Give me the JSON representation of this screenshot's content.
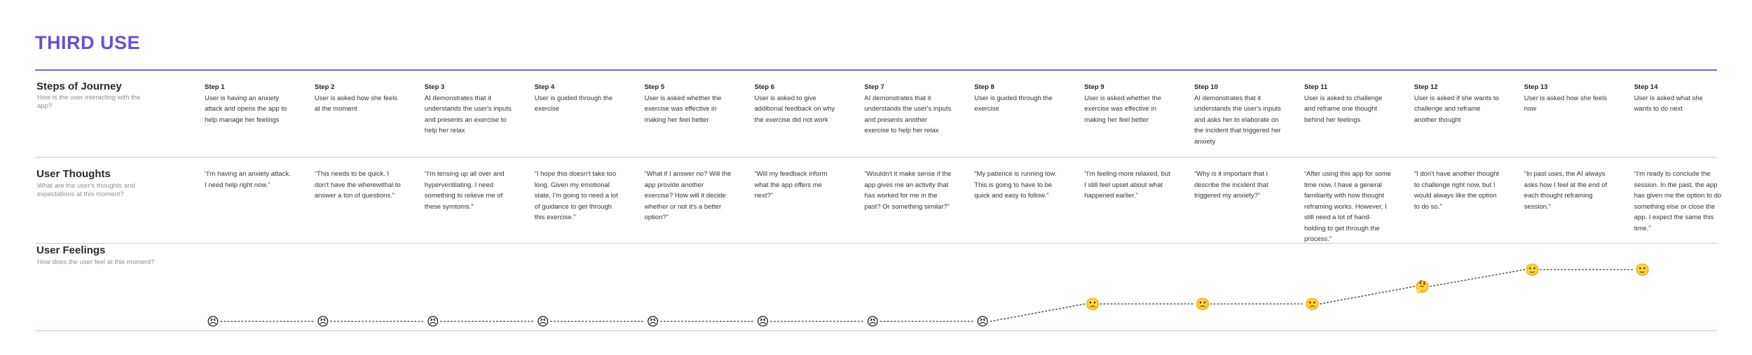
{
  "title": "THIRD USE",
  "sections": {
    "steps": {
      "title": "Steps of Journey",
      "subtitle": "How is the user interacting with the app?"
    },
    "thoughts": {
      "title": "User Thoughts",
      "subtitle": "What are the user's thoughts and expectations at this moment?"
    },
    "feelings": {
      "title": "User Feelings",
      "subtitle": "How does the user feel at this moment?"
    }
  },
  "steps": [
    {
      "label": "Step 1",
      "text": "User is having an anxiety attack and opens the app to help manage her feelings"
    },
    {
      "label": "Step 2",
      "text": "User is asked how she feels at the moment"
    },
    {
      "label": "Step 3",
      "text": "AI demonstrates that it understands the user's inputs and presents an exercise to help her relax"
    },
    {
      "label": "Step 4",
      "text": "User is guided through the exercise"
    },
    {
      "label": "Step 5",
      "text": "User is asked whether the exercise was effective in making her feel better"
    },
    {
      "label": "Step 6",
      "text": "User is asked to give additional feedback on why the exercise did not work"
    },
    {
      "label": "Step 7",
      "text": "AI demonstrates that it understands the user's inputs and presents another exercise to help her relax"
    },
    {
      "label": "Step 8",
      "text": "User is guided through the exercise"
    },
    {
      "label": "Step 9",
      "text": "User is asked whether the exercise was effective in making her feel better"
    },
    {
      "label": "Step 10",
      "text": "AI demonstrates that it understands the user's inputs and asks her to elaborate on the incident that triggered her anxiety"
    },
    {
      "label": "Step 11",
      "text": "User is asked to challenge and reframe one thought behind her feelings"
    },
    {
      "label": "Step 12",
      "text": "User is asked if she wants to challenge and reframe another thought"
    },
    {
      "label": "Step 13",
      "text": "User is asked how she feels now"
    },
    {
      "label": "Step 14",
      "text": "User is asked what she wants to do next"
    }
  ],
  "thoughts": [
    "“I'm having an anxiety attack. I need help right now.”",
    "“This needs to be quick. I don't have the wherewithal to answer a ton of questions.”",
    "“I'm tensing up all over and hyperventilating. I need something to relieve me of these symtoms.”",
    "“I hope this doesn't take too long. Given my emotional state, I'm going to need a lot of guidance to get through this exercise.”",
    "“What if I answer no? Will the app provide another exercise? How will it decide whether or not it's a better option?”",
    "“Will my feedback inform what the app offers me next?”",
    "“Wouldn't it make sense if the app gives me an activity that has worked for me in the past? Or something similar?”",
    "“My patience is running low. This is going to have to be quick and easy to follow.”",
    "“I'm feeling more relaxed, but I still feel upset about what happened earlier.”",
    "“Why is it important that I describe the incident that triggered my anxiety?”",
    "“After using this app for some time now, I have a general familiarity with how thought reframing works. However, I still need a lot of hand-holding to get through the process.”",
    "“I don't have another thought to challenge right now, but I would always like the option to do so.”",
    "“In past uses, the AI always asks how I feel at the end of each thought reframing session.”",
    "“I'm ready to conclude the session. In the past, the app has given me the option to do something else or close the app. I expect the same this time.”"
  ],
  "feelings": [
    {
      "emoji": "😣",
      "name": "persevering-face-emoji",
      "level": 1
    },
    {
      "emoji": "😣",
      "name": "persevering-face-emoji",
      "level": 1
    },
    {
      "emoji": "😣",
      "name": "persevering-face-emoji",
      "level": 1
    },
    {
      "emoji": "😣",
      "name": "persevering-face-emoji",
      "level": 1
    },
    {
      "emoji": "😣",
      "name": "persevering-face-emoji",
      "level": 1
    },
    {
      "emoji": "😣",
      "name": "persevering-face-emoji",
      "level": 1
    },
    {
      "emoji": "😣",
      "name": "persevering-face-emoji",
      "level": 1
    },
    {
      "emoji": "😣",
      "name": "persevering-face-emoji",
      "level": 1
    },
    {
      "emoji": "🙁",
      "name": "frowning-face-emoji",
      "level": 2
    },
    {
      "emoji": "🙁",
      "name": "frowning-face-emoji",
      "level": 2
    },
    {
      "emoji": "🙁",
      "name": "frowning-face-emoji",
      "level": 2
    },
    {
      "emoji": "🤔",
      "name": "thinking-face-emoji",
      "level": 3
    },
    {
      "emoji": "🙂",
      "name": "slightly-smiling-face-emoji",
      "level": 4
    },
    {
      "emoji": "🙂",
      "name": "slightly-smiling-face-emoji",
      "level": 4
    }
  ],
  "colors": {
    "accent": "#6b4fd6",
    "rule": "#7a64d8",
    "separator": "#c9c0ec",
    "dots": "#555555"
  }
}
